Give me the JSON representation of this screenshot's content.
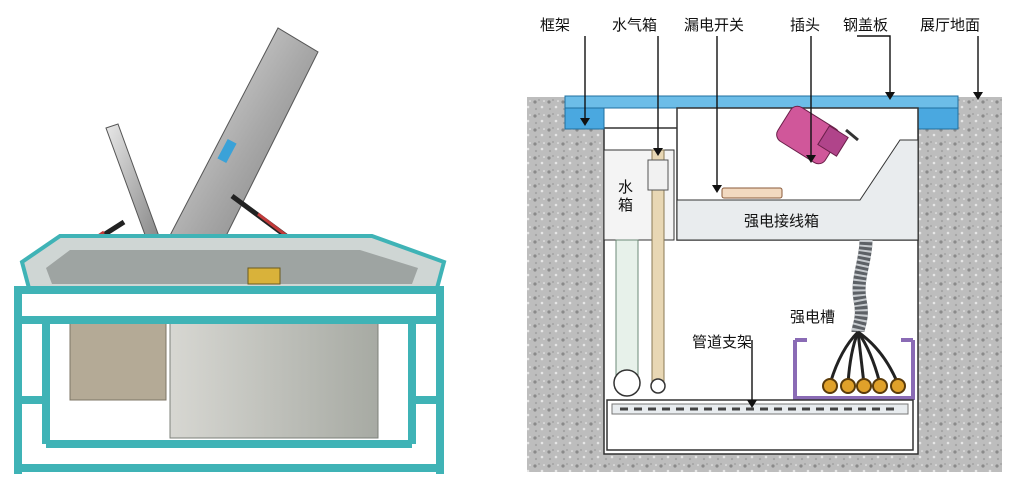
{
  "callouts": {
    "frame": "框架",
    "water_gas_box": "水气箱",
    "leakage_switch": "漏电开关",
    "plug": "插头",
    "steel_cover": "钢盖板",
    "hall_floor": "展厅地面"
  },
  "inner_labels": {
    "water_box": [
      "水",
      "箱"
    ],
    "power_junction_box": "强电接线箱",
    "power_trough": "强电槽",
    "pipe_support": "管道支架"
  },
  "colors": {
    "frame_teal": "#3fb3b6",
    "cover_blue": "#4aa8e0",
    "trough_purple": "#8a6bb5",
    "plug_pink": "#d0579a",
    "concrete": "#b9b9b9"
  }
}
